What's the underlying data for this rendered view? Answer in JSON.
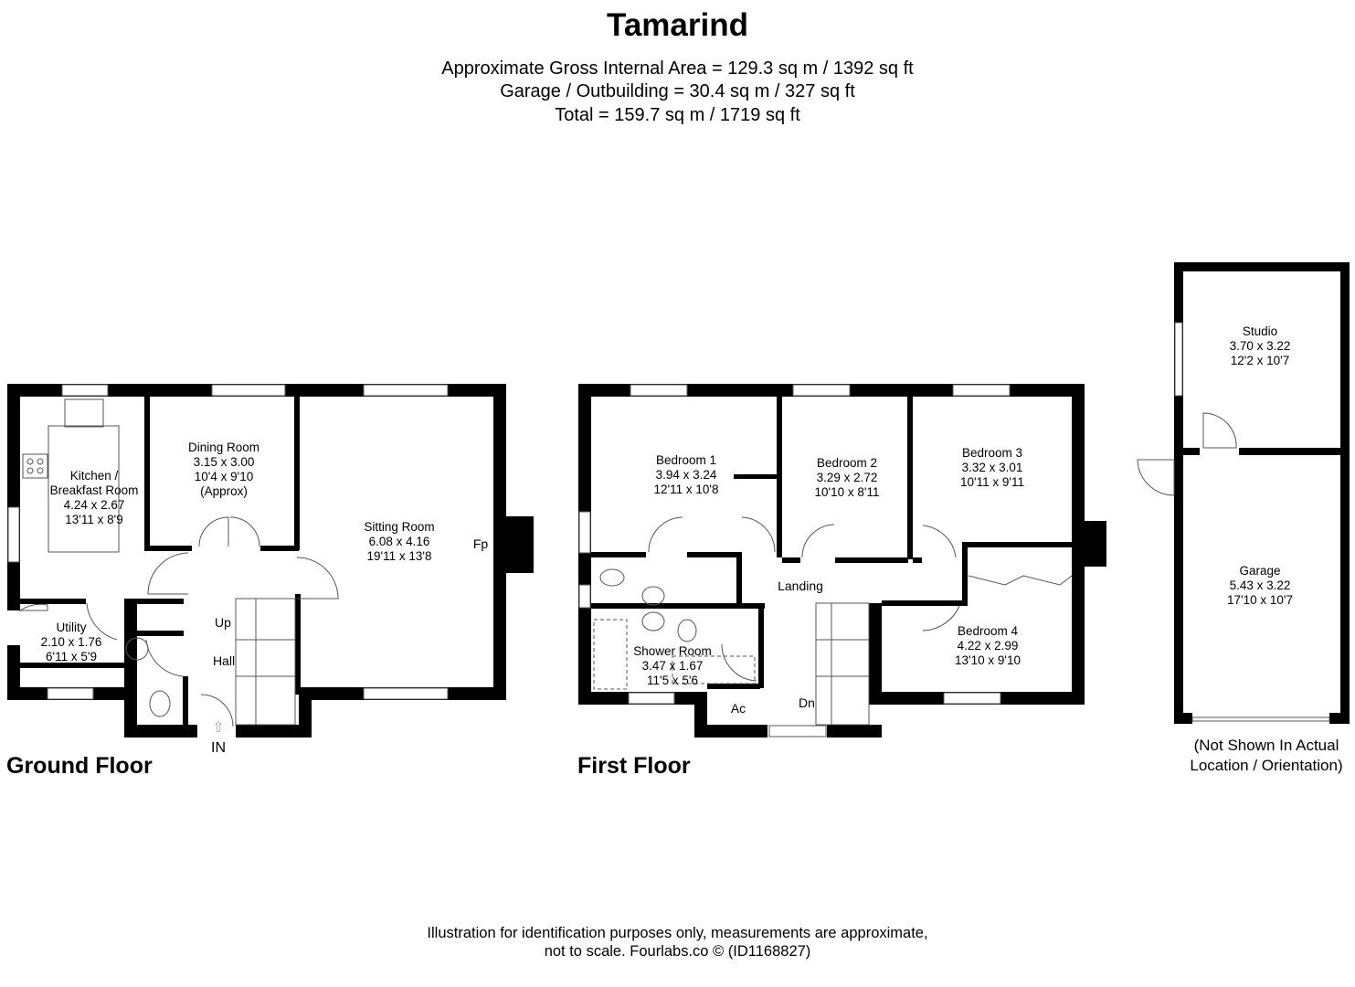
{
  "header": {
    "title": "Tamarind",
    "area_lines": [
      "Approximate Gross Internal Area = 129.3 sq m / 1392 sq ft",
      "Garage / Outbuilding = 30.4 sq m / 327 sq ft",
      "Total = 159.7 sq m / 1719 sq ft"
    ]
  },
  "ground_floor": {
    "label": "Ground Floor",
    "rooms": [
      {
        "name": "Kitchen /",
        "name2": "Breakfast Room",
        "metric": "4.24 x 2.67",
        "imperial": "13'11 x 8'9"
      },
      {
        "name": "Dining Room",
        "metric": "3.15 x 3.00",
        "imperial": "10'4 x 9'10",
        "note": "(Approx)"
      },
      {
        "name": "Sitting Room",
        "metric": "6.08 x 4.16",
        "imperial": "19'11 x 13'8"
      },
      {
        "name": "Utility",
        "metric": "2.10 x 1.76",
        "imperial": "6'11 x 5'9"
      }
    ],
    "markers": {
      "fireplace": "Fp",
      "hall": "Hall",
      "stairs_up": "Up",
      "entrance": "IN"
    }
  },
  "first_floor": {
    "label": "First Floor",
    "rooms": [
      {
        "name": "Bedroom 1",
        "metric": "3.94 x 3.24",
        "imperial": "12'11 x 10'8"
      },
      {
        "name": "Bedroom 2",
        "metric": "3.29 x 2.72",
        "imperial": "10'10 x 8'11"
      },
      {
        "name": "Bedroom 3",
        "metric": "3.32 x 3.01",
        "imperial": "10'11 x 9'11"
      },
      {
        "name": "Bedroom 4",
        "metric": "4.22 x 2.99",
        "imperial": "13'10 x 9'10"
      },
      {
        "name": "Shower Room",
        "metric": "3.47 x 1.67",
        "imperial": "11'5 x 5'6"
      }
    ],
    "markers": {
      "landing": "Landing",
      "airing_cupboard": "Ac",
      "stairs_down": "Dn"
    }
  },
  "outbuilding": {
    "rooms": [
      {
        "name": "Studio",
        "metric": "3.70 x 3.22",
        "imperial": "12'2 x 10'7"
      },
      {
        "name": "Garage",
        "metric": "5.43 x 3.22",
        "imperial": "17'10 x 10'7"
      }
    ],
    "note_lines": [
      "(Not Shown In Actual",
      "Location / Orientation)"
    ]
  },
  "footer": {
    "lines": [
      "Illustration for identification purposes only, measurements are approximate,",
      "not to scale. Fourlabs.co © (ID1168827)"
    ]
  },
  "colors": {
    "wall": "#000000",
    "background": "#ffffff",
    "fixture_line": "#555555"
  }
}
